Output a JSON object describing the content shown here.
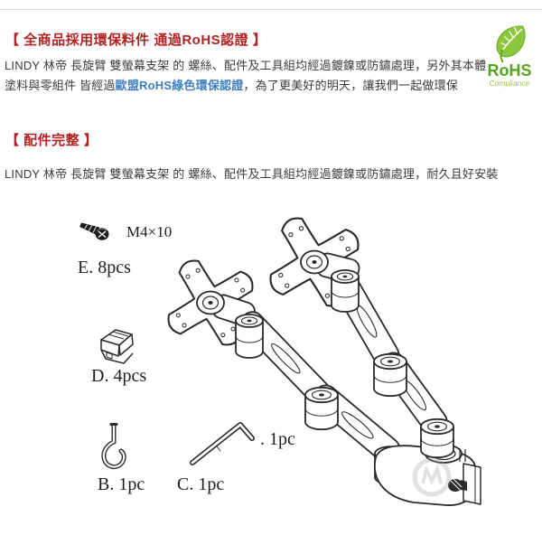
{
  "colors": {
    "heading_red": "#b22222",
    "emphasis_blue": "#3f7fc1",
    "rohs_text_green": "#57a41f",
    "rohs_leaf_green": "#8cc63c",
    "divider_gray": "#d9d9d9"
  },
  "section_rohs": {
    "heading": "【 全商品採用環保料件 通過RoHS認證 】",
    "line1": "LINDY 林帝 長旋臂 雙螢幕支架 的 螺絲、配件及工具組均經過鍍鎳或防鏽處理，另外其本體",
    "line2_prefix": "塗料與零組件 皆經過",
    "line2_emphasis": "歐盟RoHS綠色環保認證",
    "line2_suffix": "，為了更美好的明天，讓我們一起做環保"
  },
  "rohs_badge": {
    "title": "RoHS",
    "subtitle": "Compliance"
  },
  "section_parts": {
    "heading": "【 配件完整 】",
    "body": "LINDY 林帝 長旋臂 雙螢幕支架 的 螺絲、配件及工具組均經過鍍鎳或防鏽處理，耐久且好安裝"
  },
  "parts_diagram": {
    "screw_spec": "M4×10",
    "part_e_qty": "E. 8pcs",
    "part_d_qty": "D. 4pcs",
    "part_b_qty": "B. 1pc",
    "part_c_qty": "C. 1pc",
    "part_a_qty": ". 1pc"
  }
}
